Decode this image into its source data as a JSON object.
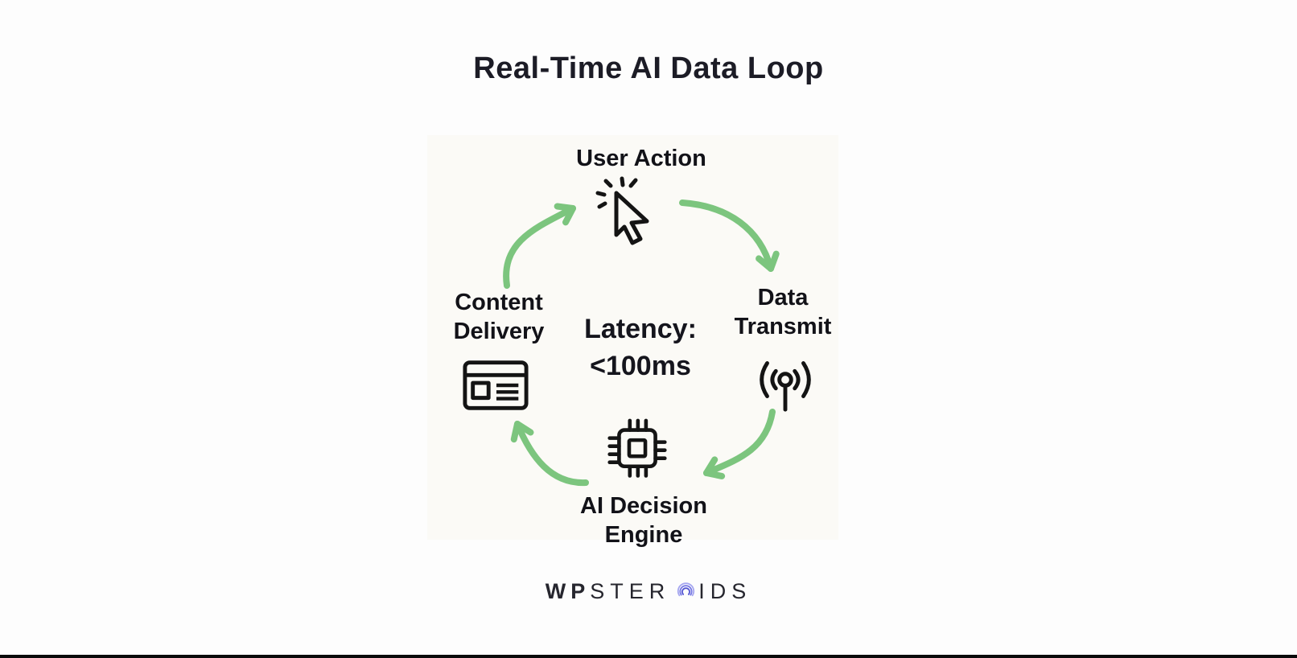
{
  "page": {
    "background_color": "#fdfdfd",
    "bottom_bar_color": "#0a0a0a"
  },
  "title": "Real-Time AI Data Loop",
  "diagram": {
    "nodes": {
      "user_action": {
        "label": "User Action",
        "icon": "cursor-click-icon"
      },
      "data_transmit": {
        "line1": "Data",
        "line2": "Transmit",
        "icon": "antenna-broadcast-icon"
      },
      "ai_decision": {
        "line1": "AI Decision",
        "line2": "Engine",
        "icon": "cpu-chip-icon"
      },
      "content_delivery": {
        "line1": "Content",
        "line2": "Delivery",
        "icon": "browser-window-icon"
      }
    },
    "center": {
      "line1": "Latency:",
      "line2": "<100ms"
    },
    "flow_order": [
      "User Action",
      "Data Transmit",
      "AI Decision Engine",
      "Content Delivery"
    ],
    "arrow_color": "#7cc57e",
    "icon_color": "#141414",
    "card_color": "#fbfaf6",
    "text_color": "#121218"
  },
  "brand": {
    "part1": "WP",
    "part2": "STER",
    "part3": "IDS",
    "o_symbol": "concentric-arcs-icon",
    "arc_colors": [
      "#a6a7f0",
      "#7476e4",
      "#5355d2"
    ],
    "text_color": "#26262e"
  }
}
